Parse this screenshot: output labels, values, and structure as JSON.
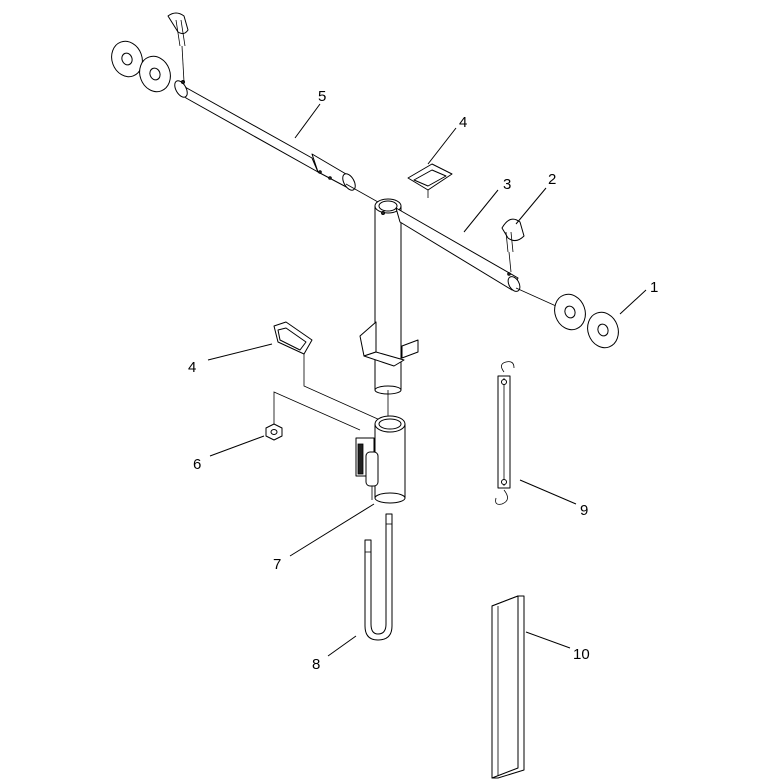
{
  "callouts": {
    "c1": "1",
    "c2": "2",
    "c3": "3",
    "c4a": "4",
    "c4b": "4",
    "c5": "5",
    "c6": "6",
    "c7": "7",
    "c8": "8",
    "c9": "9",
    "c10": "10"
  }
}
